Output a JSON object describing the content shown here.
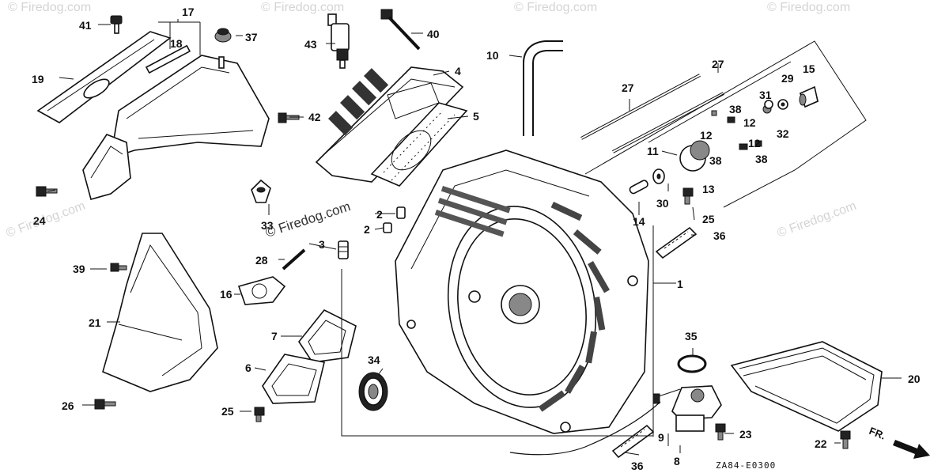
{
  "diagram": {
    "callouts": [
      "1",
      "2",
      "2",
      "3",
      "4",
      "5",
      "6",
      "7",
      "8",
      "9",
      "10",
      "11",
      "12",
      "12",
      "12",
      "13",
      "14",
      "15",
      "16",
      "17",
      "18",
      "19",
      "20",
      "21",
      "22",
      "23",
      "24",
      "25",
      "25",
      "26",
      "27",
      "27",
      "28",
      "29",
      "30",
      "31",
      "32",
      "33",
      "34",
      "35",
      "36",
      "36",
      "37",
      "38",
      "38",
      "38",
      "39",
      "40",
      "41",
      "42",
      "43"
    ],
    "watermarks": [
      "© Firedog.com",
      "© Firedog.com",
      "© Firedog.com",
      "© Firedog.com",
      "© Firedog.com",
      "© Firedog.com"
    ],
    "center_brand": "© Firedog.com",
    "diagram_code": "ZA84-E0300",
    "direction_label": "FR."
  }
}
